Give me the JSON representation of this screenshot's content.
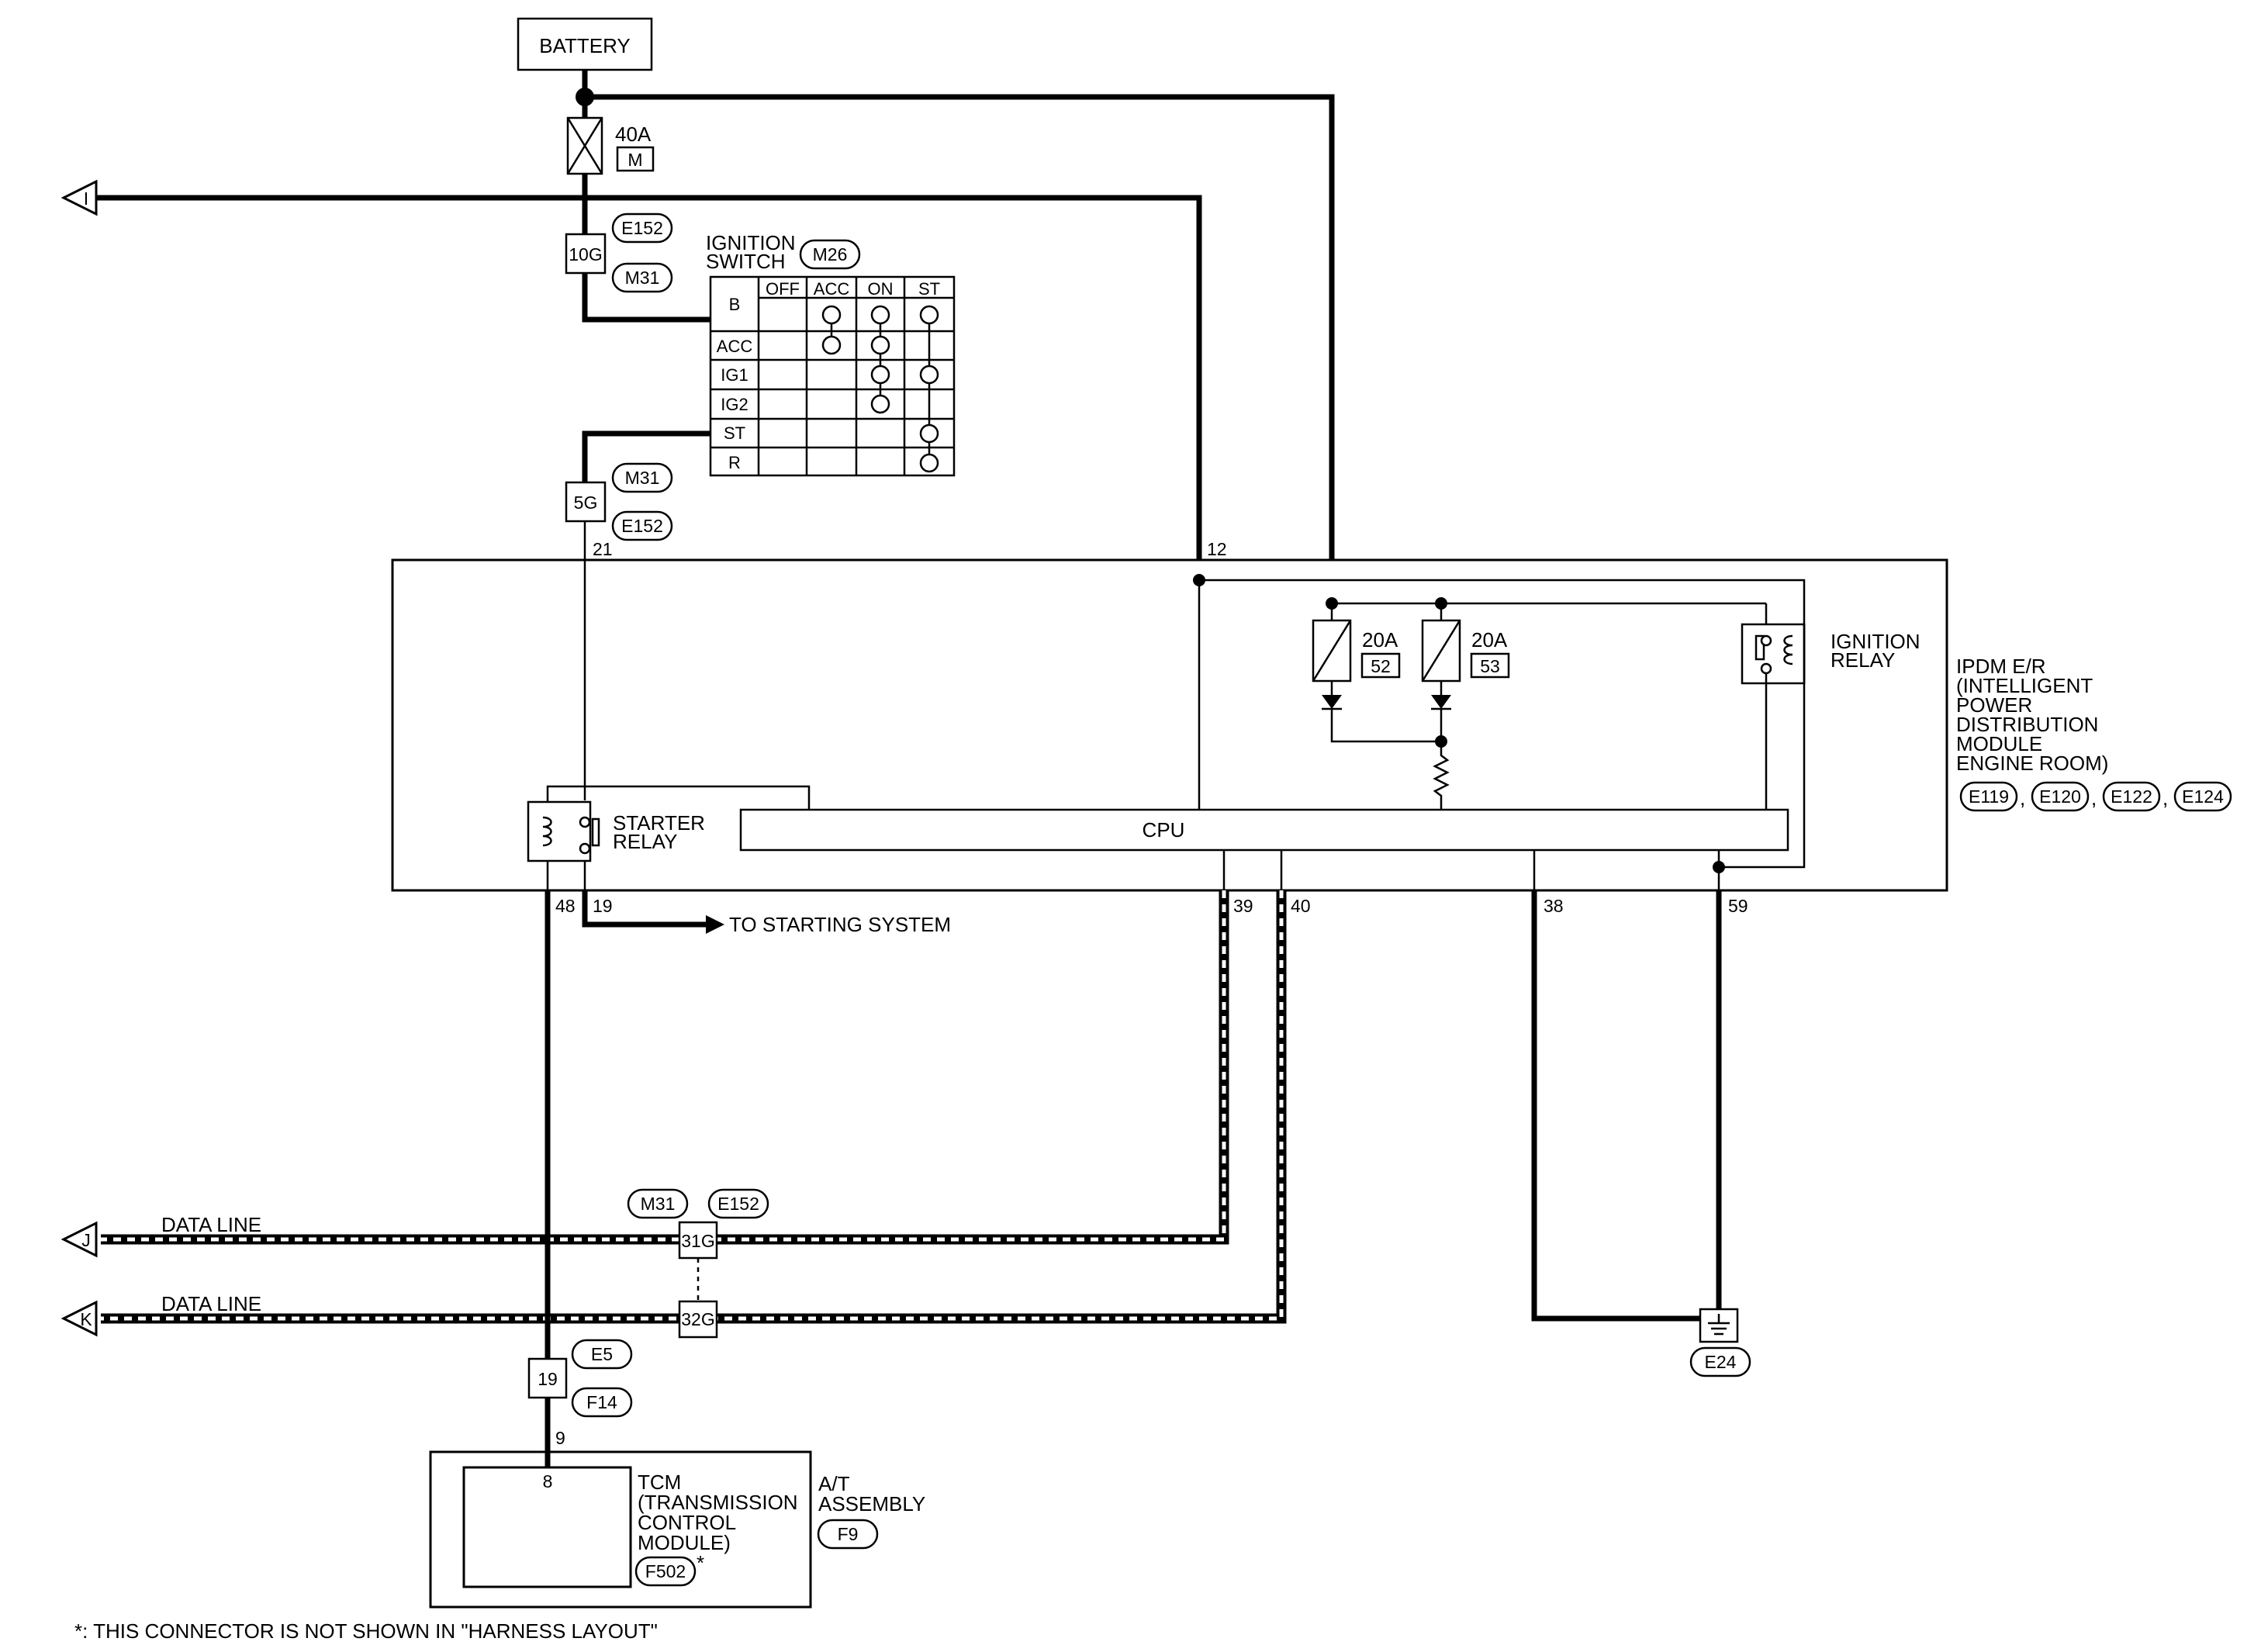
{
  "battery": {
    "label": "BATTERY"
  },
  "main_fuse": {
    "rating": "40A",
    "id": "M"
  },
  "connectors": {
    "E152": "E152",
    "M31": "M31",
    "M26": "M26",
    "E119": "E119",
    "E120": "E120",
    "E122": "E122",
    "E124": "E124",
    "E5": "E5",
    "F14": "F14",
    "E24": "E24",
    "F9": "F9",
    "F502": "F502"
  },
  "terminals": {
    "t10G": "10G",
    "t5G": "5G",
    "t31G": "31G",
    "t32G": "32G",
    "t19_joint": "19",
    "p21": "21",
    "p12": "12",
    "p48": "48",
    "p19": "19",
    "p39": "39",
    "p40": "40",
    "p38": "38",
    "p59": "59",
    "p9": "9",
    "p8": "8"
  },
  "ignition_switch": {
    "title_line1": "IGNITION",
    "title_line2": "SWITCH",
    "columns": [
      "OFF",
      "ACC",
      "ON",
      "ST"
    ],
    "rows": [
      "B",
      "ACC",
      "IG1",
      "IG2",
      "ST",
      "R"
    ]
  },
  "ipdm": {
    "line1": "IPDM E/R",
    "line2": "(INTELLIGENT",
    "line3": "POWER",
    "line4": "DISTRIBUTION",
    "line5": "MODULE",
    "line6": "ENGINE ROOM)",
    "cpu": "CPU",
    "fuse52": {
      "rating": "20A",
      "id": "52"
    },
    "fuse53": {
      "rating": "20A",
      "id": "53"
    },
    "ignition_relay_line1": "IGNITION",
    "ignition_relay_line2": "RELAY",
    "starter_relay_line1": "STARTER",
    "starter_relay_line2": "RELAY"
  },
  "to_starting_system": "TO STARTING SYSTEM",
  "data_line_label": "DATA LINE",
  "arrows": {
    "I": "I",
    "J": "J",
    "K": "K"
  },
  "tcm": {
    "line1": "TCM",
    "line2": "(TRANSMISSION",
    "line3": "CONTROL",
    "line4": "MODULE)",
    "asterisk": "*"
  },
  "at_assembly": {
    "line1": "A/T",
    "line2": "ASSEMBLY"
  },
  "footnote": "*: THIS CONNECTOR IS NOT SHOWN IN \"HARNESS LAYOUT\""
}
